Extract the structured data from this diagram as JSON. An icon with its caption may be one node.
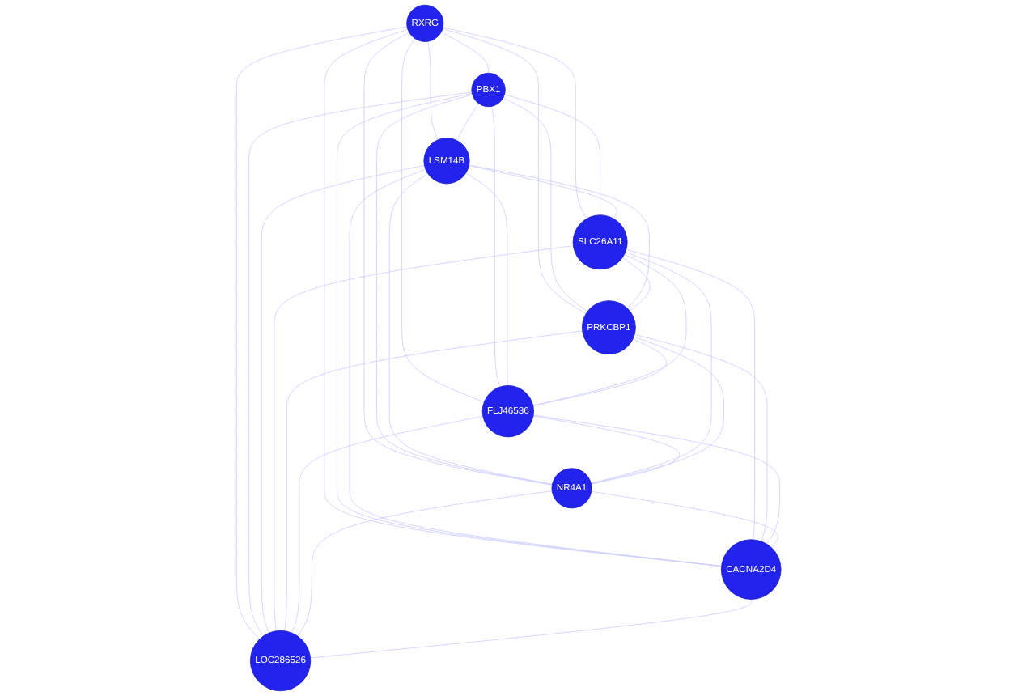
{
  "diagram": {
    "nodes": [
      {
        "text": [
          "RXRG"
        ]
      },
      {
        "text": [
          "PBX1"
        ]
      },
      {
        "text": [
          "LSM14B"
        ]
      },
      {
        "text": [
          "SLC26A11"
        ]
      },
      {
        "text": [
          "PRKCBP1"
        ]
      },
      {
        "text": [
          "FLJ46536"
        ]
      },
      {
        "text": [
          "NR4A1"
        ]
      },
      {
        "text": [
          "CACNA2D4"
        ]
      },
      {
        "text": [
          "LOC286526"
        ]
      }
    ],
    "edges": [
      {
        "from": 0,
        "to": 1,
        "arrow": "none"
      },
      {
        "from": 0,
        "to": 2,
        "arrow": "none"
      },
      {
        "from": 0,
        "to": 3,
        "arrow": "none"
      },
      {
        "from": 0,
        "to": 4,
        "arrow": "none"
      },
      {
        "from": 0,
        "to": 5,
        "arrow": "none"
      },
      {
        "from": 0,
        "to": 6,
        "arrow": "none"
      },
      {
        "from": 0,
        "to": 7,
        "arrow": "none"
      },
      {
        "from": 0,
        "to": 8,
        "arrow": "none"
      },
      {
        "from": 1,
        "to": 2,
        "arrow": "none"
      },
      {
        "from": 1,
        "to": 3,
        "arrow": "none"
      },
      {
        "from": 1,
        "to": 4,
        "arrow": "none"
      },
      {
        "from": 1,
        "to": 5,
        "arrow": "none"
      },
      {
        "from": 1,
        "to": 6,
        "arrow": "none"
      },
      {
        "from": 1,
        "to": 7,
        "arrow": "none"
      },
      {
        "from": 1,
        "to": 8,
        "arrow": "none"
      },
      {
        "from": 2,
        "to": 3,
        "arrow": "none"
      },
      {
        "from": 2,
        "to": 4,
        "arrow": "none"
      },
      {
        "from": 2,
        "to": 5,
        "arrow": "none"
      },
      {
        "from": 2,
        "to": 6,
        "arrow": "none"
      },
      {
        "from": 2,
        "to": 7,
        "arrow": "none"
      },
      {
        "from": 2,
        "to": 8,
        "arrow": "none"
      },
      {
        "from": 3,
        "to": 4,
        "arrow": "none"
      },
      {
        "from": 3,
        "to": 5,
        "arrow": "none"
      },
      {
        "from": 3,
        "to": 6,
        "arrow": "none"
      },
      {
        "from": 3,
        "to": 7,
        "arrow": "none"
      },
      {
        "from": 3,
        "to": 8,
        "arrow": "none"
      },
      {
        "from": 4,
        "to": 5,
        "arrow": "none"
      },
      {
        "from": 4,
        "to": 6,
        "arrow": "none"
      },
      {
        "from": 4,
        "to": 7,
        "arrow": "none"
      },
      {
        "from": 4,
        "to": 8,
        "arrow": "none"
      },
      {
        "from": 5,
        "to": 6,
        "arrow": "none"
      },
      {
        "from": 5,
        "to": 7,
        "arrow": "none"
      },
      {
        "from": 5,
        "to": 8,
        "arrow": "none"
      },
      {
        "from": 6,
        "to": 7,
        "arrow": "none"
      },
      {
        "from": 6,
        "to": 8,
        "arrow": "none"
      },
      {
        "from": 7,
        "to": 8,
        "arrow": "none"
      }
    ]
  }
}
